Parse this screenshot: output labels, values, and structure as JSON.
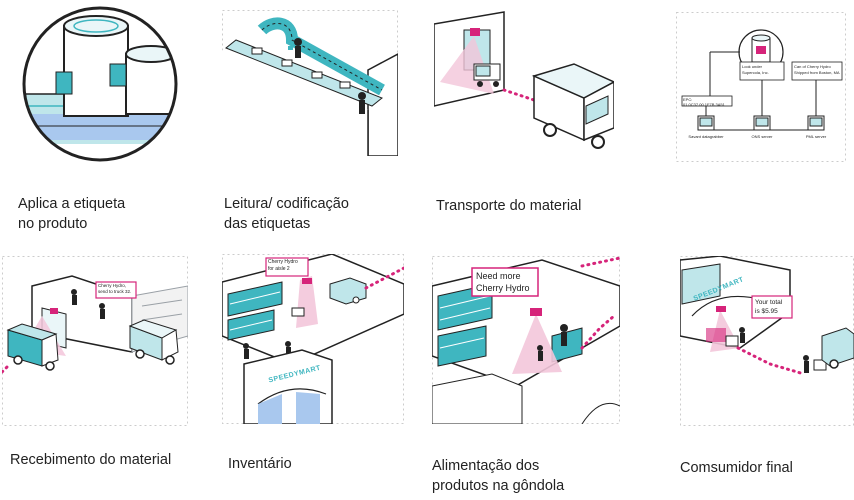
{
  "colors": {
    "teal": "#3fb6c0",
    "teal_light": "#bfe6ea",
    "magenta": "#d6247a",
    "pink": "#f3c6da",
    "ink": "#222222",
    "grey": "#9aa0a6"
  },
  "steps": [
    {
      "caption": "Aplica a etiqueta\nno produto"
    },
    {
      "caption": "Leitura/ codificação\ndas etiquetas"
    },
    {
      "caption": "Transporte do material"
    },
    {
      "caption": ""
    },
    {
      "caption": "Recebimento do material"
    },
    {
      "caption": "Inventário"
    },
    {
      "caption": "Alimentação dos\nprodutos na gôndola"
    },
    {
      "caption": "Comsumidor final"
    }
  ],
  "network": {
    "box1": "EPC: 01.0C37.00.1F7B.3A51",
    "box2": "Look under\nSupercola, Inc.",
    "box3": "Can of Cherry Hydro\nShipped from Boston, MA",
    "node1": "Savant datagrabber",
    "node2": "ONS server",
    "node3": "PML server"
  },
  "bubbles": {
    "receiving": "Cherry Hydro,\nsend to truck 32.",
    "inventory": "Cherry Hydro\nfor aisle 2",
    "shelf": "Need more\nCherry Hydro",
    "checkout": "Your total\nis $5.95"
  },
  "store_sign": "SPEEDYMART"
}
